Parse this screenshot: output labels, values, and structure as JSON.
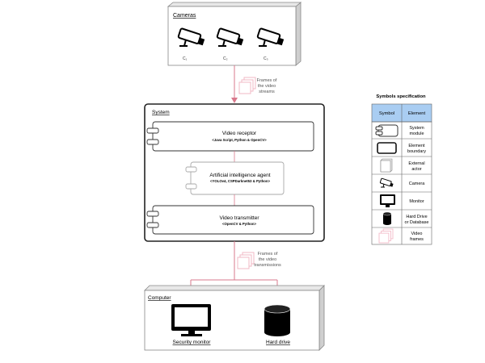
{
  "cameras": {
    "title": "Cameras",
    "items": [
      {
        "label": "C₁"
      },
      {
        "label": "C₂"
      },
      {
        "label": "C₃"
      }
    ]
  },
  "flow_top": {
    "line1": "Frames of",
    "line2": "the video",
    "line3": "streams"
  },
  "system": {
    "title": "System",
    "receptor": {
      "name": "Video receptor",
      "tech": "<Java Script, Python & OpenCV>"
    },
    "agent": {
      "name": "Artificial intelligence agent",
      "tech": "<YOLOv4, CSPDarknet53 & Python>"
    },
    "transmitter": {
      "name": "Video transmitter",
      "tech": "<OpenCV & Python>"
    }
  },
  "flow_bottom": {
    "line1": "Frames of",
    "line2": "the video",
    "line3": "transmissions"
  },
  "computer": {
    "title": "Computer",
    "monitor_label": "Security monitor",
    "drive_label": "Hard drive"
  },
  "legend": {
    "title": "Symbols specification",
    "col_symbol": "Symbol",
    "col_element": "Element",
    "header_color": "#a9cdf2",
    "rows": [
      {
        "icon": "system-module-icon",
        "l1": "System",
        "l2": "module"
      },
      {
        "icon": "element-boundary-icon",
        "l1": "Element",
        "l2": "boundary"
      },
      {
        "icon": "external-actor-icon",
        "l1": "External",
        "l2": "actor"
      },
      {
        "icon": "camera-icon",
        "l1": "Camera",
        "l2": ""
      },
      {
        "icon": "monitor-icon",
        "l1": "Monitor",
        "l2": ""
      },
      {
        "icon": "database-icon",
        "l1": "Hard Drive",
        "l2": "or Database"
      },
      {
        "icon": "video-frames-icon",
        "l1": "Video",
        "l2": "frames"
      }
    ]
  },
  "colors": {
    "flow": "#d9788c",
    "frames": "#f2b8c6"
  }
}
